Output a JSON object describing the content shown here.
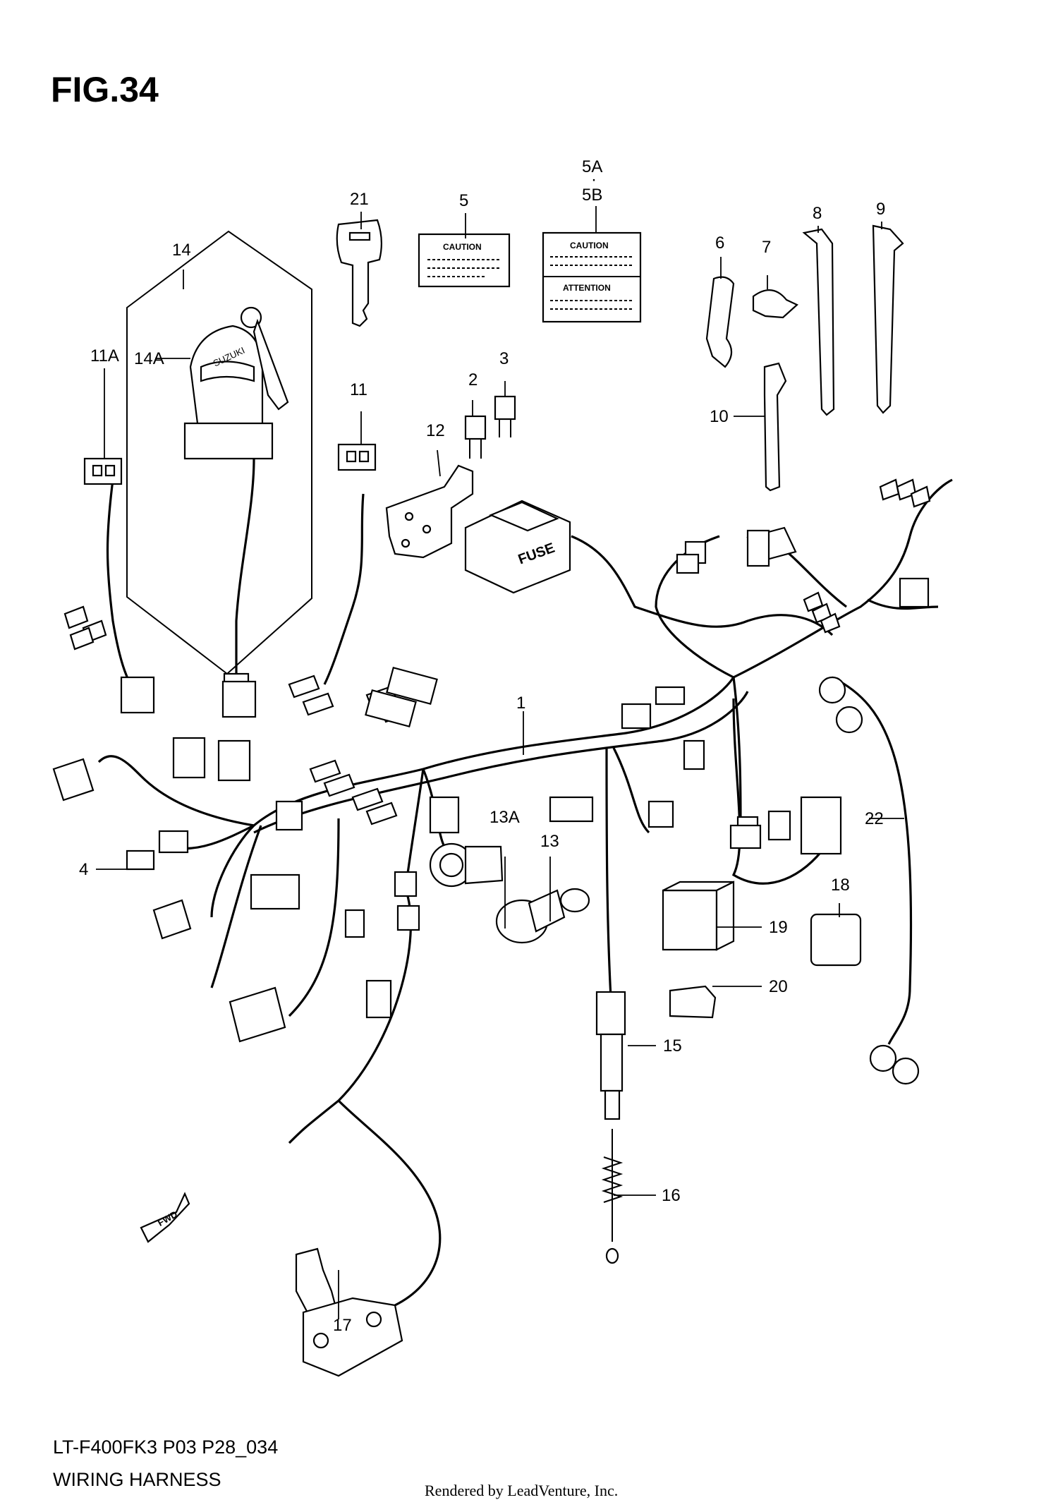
{
  "figure": {
    "title": "FIG.34",
    "model_code": "LT-F400FK3 P03 P28_034",
    "name": "WIRING HARNESS",
    "rendered_by": "Rendered by LeadVenture, Inc."
  },
  "labels": {
    "caution": "CAUTION",
    "attention": "ATTENTION",
    "fuse": "FUSE",
    "fwd": "FWD",
    "brand": "SUZUKI"
  },
  "callouts": [
    {
      "id": "c1",
      "text": "1"
    },
    {
      "id": "c2",
      "text": "2"
    },
    {
      "id": "c3",
      "text": "3"
    },
    {
      "id": "c4",
      "text": "4"
    },
    {
      "id": "c5",
      "text": "5"
    },
    {
      "id": "c5A",
      "text": "5A"
    },
    {
      "id": "c5dot",
      "text": "·"
    },
    {
      "id": "c5B",
      "text": "5B"
    },
    {
      "id": "c6",
      "text": "6"
    },
    {
      "id": "c7",
      "text": "7"
    },
    {
      "id": "c8",
      "text": "8"
    },
    {
      "id": "c9",
      "text": "9"
    },
    {
      "id": "c10",
      "text": "10"
    },
    {
      "id": "c11",
      "text": "11"
    },
    {
      "id": "c11A",
      "text": "11A"
    },
    {
      "id": "c12",
      "text": "12"
    },
    {
      "id": "c13",
      "text": "13"
    },
    {
      "id": "c13A",
      "text": "13A"
    },
    {
      "id": "c14",
      "text": "14"
    },
    {
      "id": "c14A",
      "text": "14A"
    },
    {
      "id": "c15",
      "text": "15"
    },
    {
      "id": "c16",
      "text": "16"
    },
    {
      "id": "c17",
      "text": "17"
    },
    {
      "id": "c18",
      "text": "18"
    },
    {
      "id": "c19",
      "text": "19"
    },
    {
      "id": "c20",
      "text": "20"
    },
    {
      "id": "c21",
      "text": "21"
    },
    {
      "id": "c22",
      "text": "22"
    }
  ]
}
